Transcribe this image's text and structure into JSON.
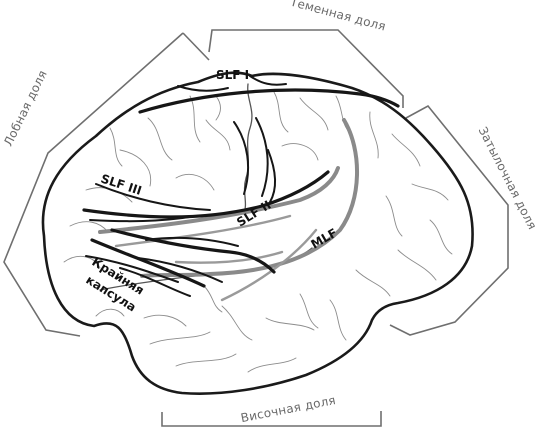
{
  "lobes": {
    "frontal": "Лобная доля",
    "parietal": "Теменная доля",
    "occipital": "Затылочная доля",
    "temporal": "Височная доля"
  },
  "tracts": {
    "slf1": "SLF I",
    "slf2": "SLF II",
    "slf3": "SLF III",
    "mlf": "MLF",
    "extreme_capsule_line1": "Крайняя",
    "extreme_capsule_line2": "капсула"
  }
}
